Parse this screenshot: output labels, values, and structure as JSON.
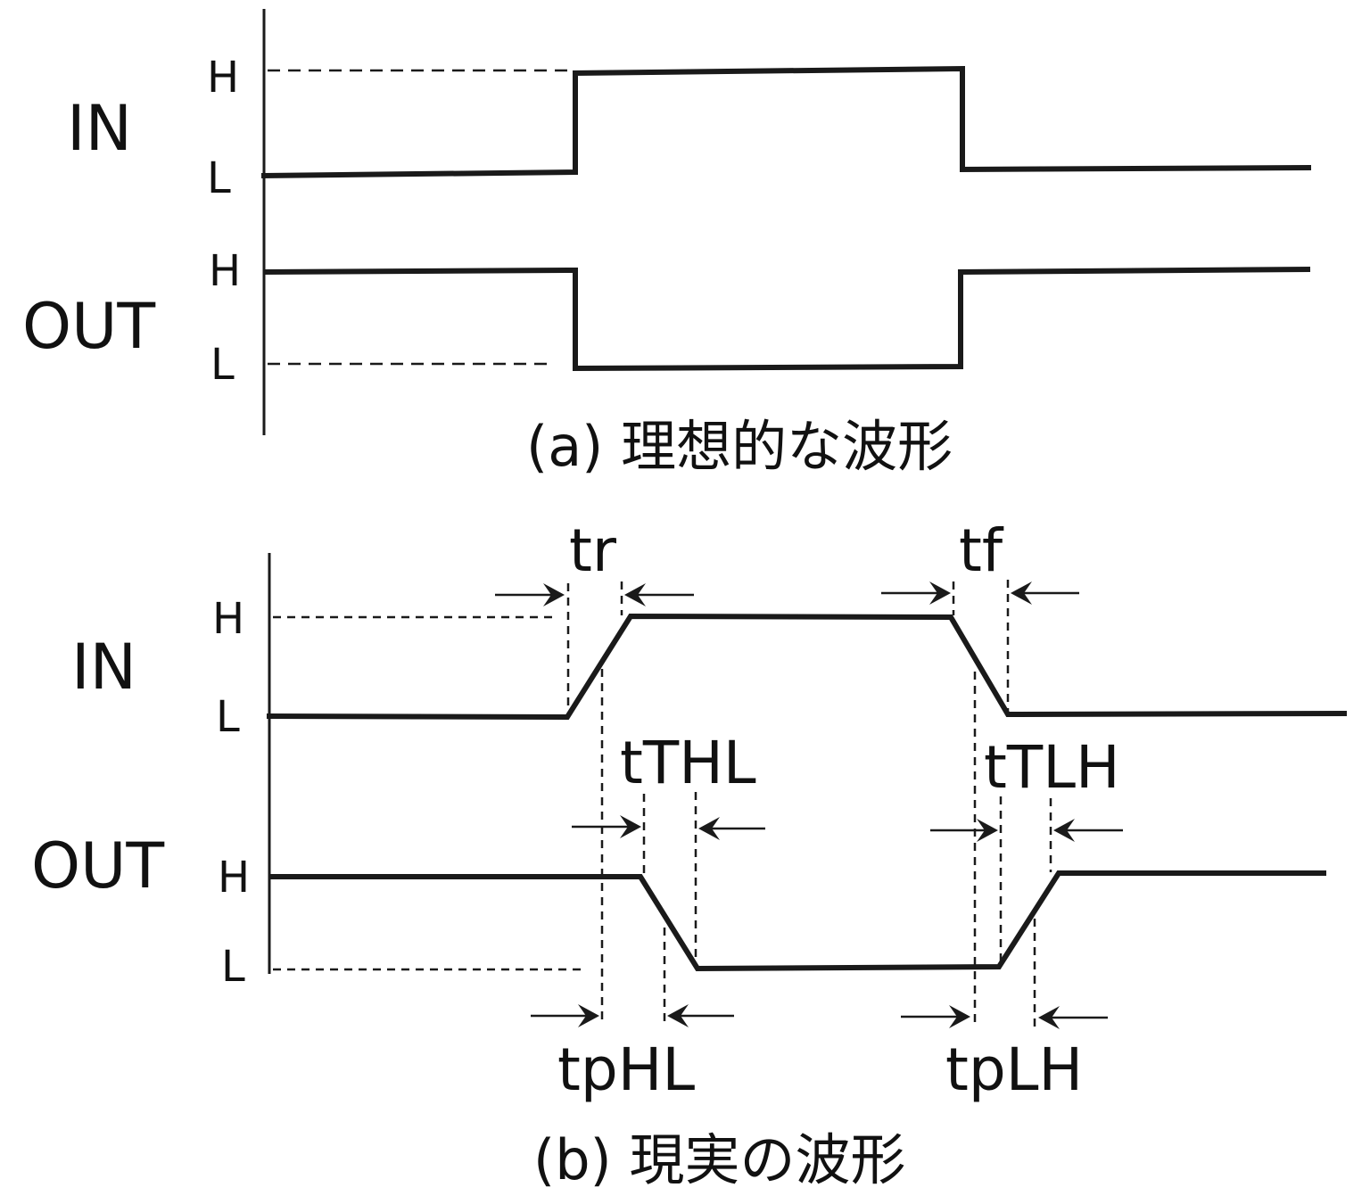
{
  "diagram": {
    "panel_a": {
      "caption": "(a) 理想的な波形",
      "signals": [
        {
          "name": "IN",
          "high_label": "H",
          "low_label": "L",
          "initial": "L",
          "transitions": [
            "rise",
            "fall"
          ]
        },
        {
          "name": "OUT",
          "high_label": "H",
          "low_label": "L",
          "initial": "H",
          "transitions": [
            "fall",
            "rise"
          ]
        }
      ]
    },
    "panel_b": {
      "caption": "(b) 現実の波形",
      "signals": [
        {
          "name": "IN",
          "high_label": "H",
          "low_label": "L",
          "initial": "L"
        },
        {
          "name": "OUT",
          "high_label": "H",
          "low_label": "L",
          "initial": "H"
        }
      ],
      "timing_labels": {
        "rise_time": "tr",
        "fall_time": "tf",
        "transition_high_to_low": "tTHL",
        "transition_low_to_high": "tTLH",
        "propagation_high_to_low": "tpHL",
        "propagation_low_to_high": "tpLH"
      }
    },
    "colors": {
      "line": "#1a1a1a",
      "background": "#ffffff"
    }
  }
}
